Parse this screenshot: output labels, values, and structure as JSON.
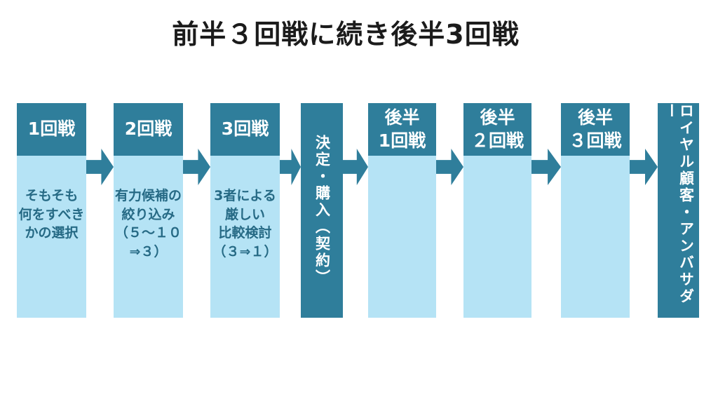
{
  "title": "前半３回戦に続き後半3回戦",
  "colors": {
    "stage_dark_teal": "#2f7e9b",
    "stage_light_blue": "#b5e3f5",
    "body_text": "#266a85",
    "header_text": "#ffffff",
    "title_text": "#1b1b1b",
    "background": "#ffffff"
  },
  "stages": [
    {
      "kind": "split",
      "header": "1回戦",
      "body": "そもそも\n何をすべき\nかの選択"
    },
    {
      "kind": "split",
      "header": "2回戦",
      "body": "有力候補の\n絞り込み\n（５～１０\n⇒３）"
    },
    {
      "kind": "split",
      "header": "3回戦",
      "body": "3者による\n厳しい\n比較検討\n（３⇒１）"
    },
    {
      "kind": "solid",
      "label": "決定・購入（契約）"
    },
    {
      "kind": "split",
      "header": "後半\n1回戦",
      "body": ""
    },
    {
      "kind": "split",
      "header": "後半\n２回戦",
      "body": ""
    },
    {
      "kind": "split",
      "header": "後半\n３回戦",
      "body": ""
    },
    {
      "kind": "solid",
      "label": "ロイヤル顧客・アンバサダー"
    }
  ]
}
